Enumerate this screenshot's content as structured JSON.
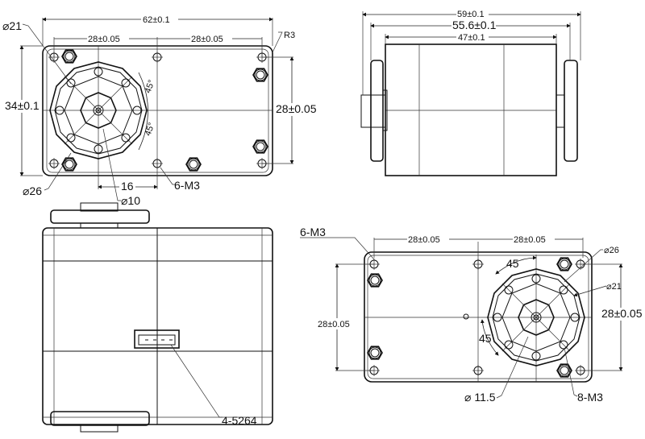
{
  "drawing": {
    "front_view": {
      "overall_width": "62±0.1",
      "hole_spacing_left": "28±0.05",
      "hole_spacing_right": "28±0.05",
      "height": "34±0.1",
      "hole_spacing_vertical": "28±0.05",
      "corner_radius": "R3",
      "bolt_circle": "⌀21",
      "outer_diameter": "⌀26",
      "shaft_offset": "16",
      "shaft_diameter": "⌀10",
      "mount_holes": "6-M3",
      "angle_top": "45°",
      "angle_bottom": "45°"
    },
    "side_view": {
      "wheel_span": "59±0.1",
      "wheel_inner_span": "55.6±0.1",
      "body_length": "47±0.1"
    },
    "bottom_view": {
      "connector": "4-5264"
    },
    "rear_view": {
      "mount_holes": "6-M3",
      "hole_spacing_left": "28±0.05",
      "hole_spacing_right": "28±0.05",
      "hole_spacing_vertical_left": "28±0.05",
      "hole_spacing_vertical_right": "28±0.05",
      "outer_diameter": "⌀26",
      "bolt_circle": "⌀21",
      "angle_top": "45",
      "angle_bottom": "45",
      "shaft_diameter": "⌀ 11.5",
      "bolt_holes": "8-M3"
    }
  }
}
